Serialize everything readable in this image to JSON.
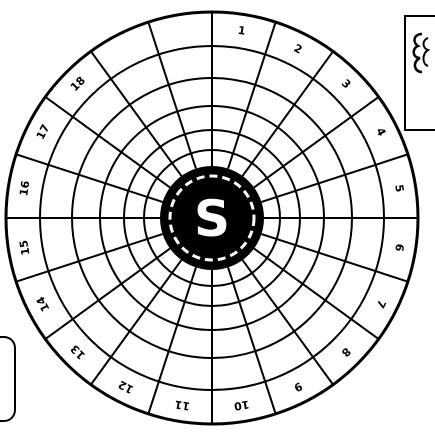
{
  "dial": {
    "center_glyph": "S",
    "sector_count": 20,
    "ring_count": 6,
    "labels": [
      "1",
      "2",
      "3",
      "4",
      "5",
      "6",
      "7",
      "8",
      "9",
      "10",
      "11",
      "12",
      "13",
      "14",
      "15",
      "16",
      "17",
      "18"
    ]
  },
  "colors": {
    "ink": "#000000",
    "paper": "#ffffff"
  }
}
